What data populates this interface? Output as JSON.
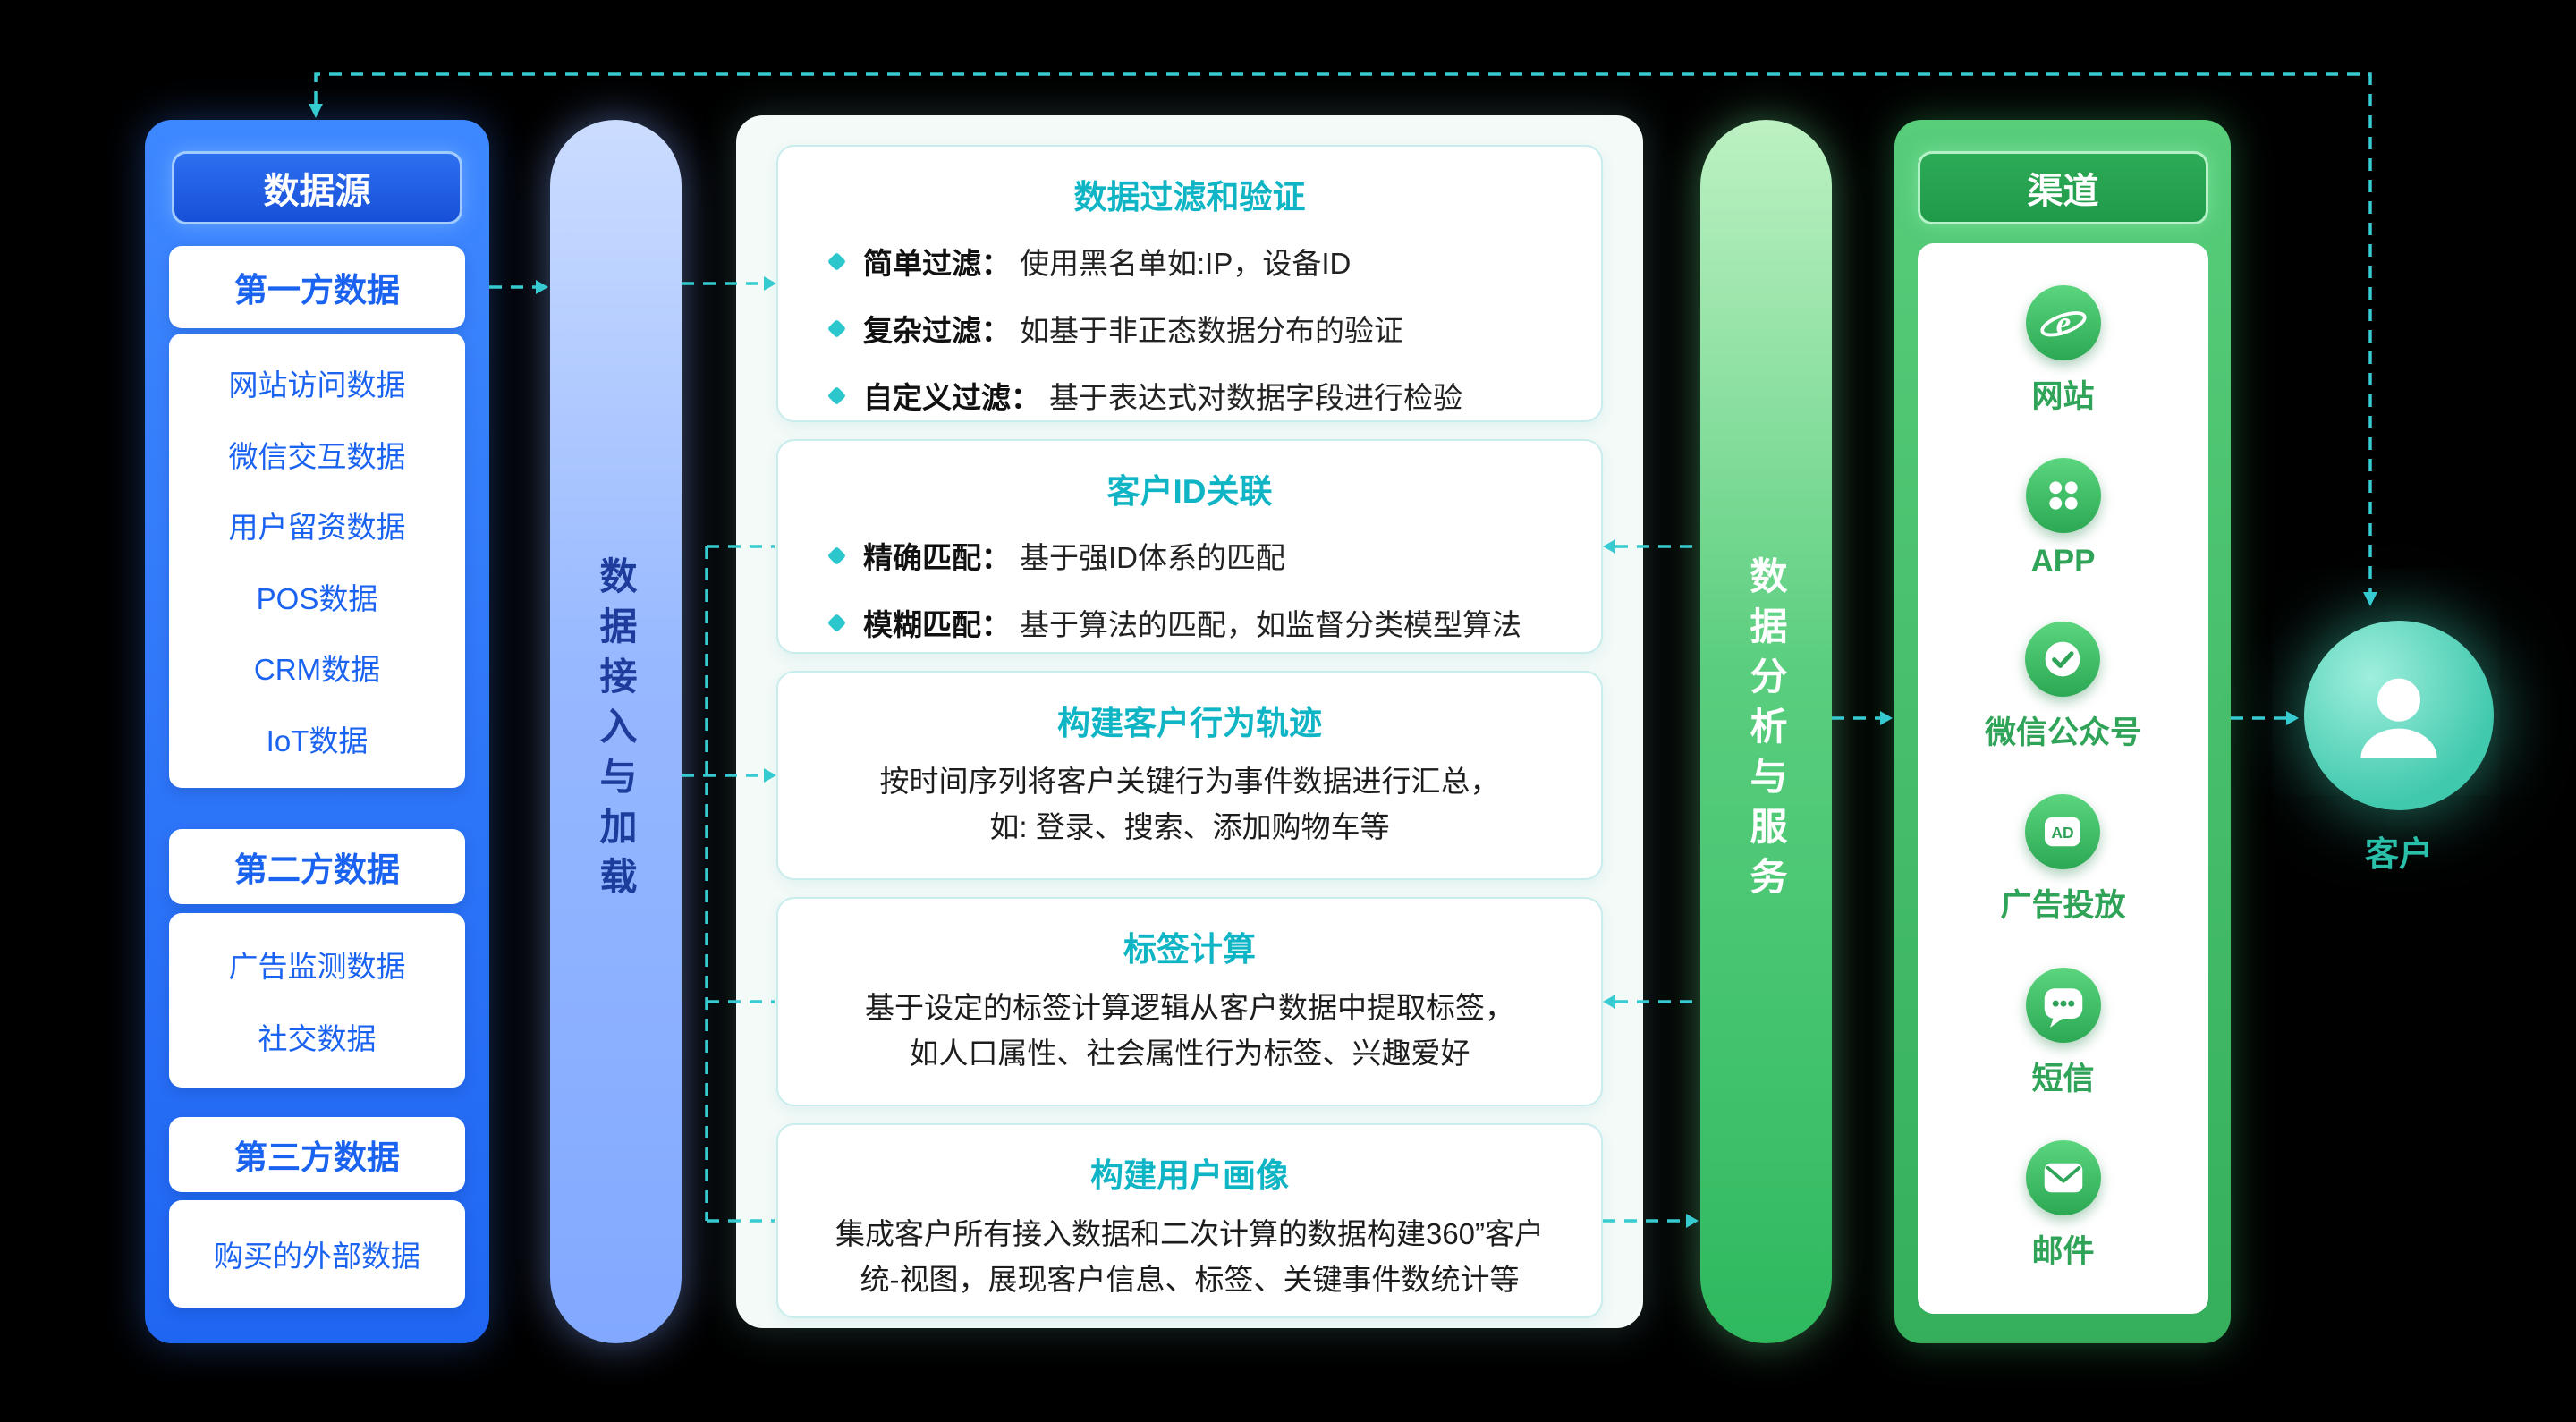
{
  "colors": {
    "blue": "#2B76FA",
    "green": "#3FBE66",
    "arrow_teal": "#36CBD1"
  },
  "left_panel": {
    "title": "数据源",
    "sections": [
      {
        "header": "第一方数据",
        "items": [
          "网站访问数据",
          "微信交互数据",
          "用户留资数据",
          "POS数据",
          "CRM数据",
          "IoT数据"
        ]
      },
      {
        "header": "第二方数据",
        "items": [
          "广告监测数据",
          "社交数据"
        ]
      },
      {
        "header": "第三方数据",
        "items": [
          "购买的外部数据"
        ]
      }
    ]
  },
  "ingest_bar": {
    "label": "数据接入与加载"
  },
  "process_panel": {
    "boxes": [
      {
        "title": "数据过滤和验证",
        "bullets": [
          {
            "label": "简单过滤：",
            "text": "使用黑名单如:IP，设备ID"
          },
          {
            "label": "复杂过滤：",
            "text": "如基于非正态数据分布的验证"
          },
          {
            "label": "自定义过滤：",
            "text": "基于表达式对数据字段进行检验"
          }
        ]
      },
      {
        "title": "客户ID关联",
        "bullets": [
          {
            "label": "精确匹配：",
            "text": "基于强ID体系的匹配"
          },
          {
            "label": "模糊匹配：",
            "text": "基于算法的匹配，如监督分类模型算法"
          }
        ]
      },
      {
        "title": "构建客户行为轨迹",
        "lines": [
          "按时间序列将客户关键行为事件数据进行汇总，",
          "如: 登录、搜索、添加购物车等"
        ]
      },
      {
        "title": "标签计算",
        "lines": [
          "基于设定的标签计算逻辑从客户数据中提取标签，",
          "如人口属性、社会属性行为标签、兴趣爱好"
        ]
      },
      {
        "title": "构建用户画像",
        "lines": [
          "集成客户所有接入数据和二次计算的数据构建360”客户",
          "统-视图，展现客户信息、标签、关键事件数统计等"
        ]
      }
    ]
  },
  "analysis_bar": {
    "label": "数据分析与服务"
  },
  "channel_panel": {
    "title": "渠道",
    "channels": [
      {
        "icon": "browser-icon",
        "label": "网站",
        "icon_text": "e"
      },
      {
        "icon": "app-grid-icon",
        "label": "APP"
      },
      {
        "icon": "verified-badge-icon",
        "label": "微信公众号"
      },
      {
        "icon": "ad-icon",
        "label": "广告投放",
        "icon_text": "AD"
      },
      {
        "icon": "sms-bubble-icon",
        "label": "短信"
      },
      {
        "icon": "email-icon",
        "label": "邮件"
      }
    ]
  },
  "customer": {
    "label": "客户"
  }
}
